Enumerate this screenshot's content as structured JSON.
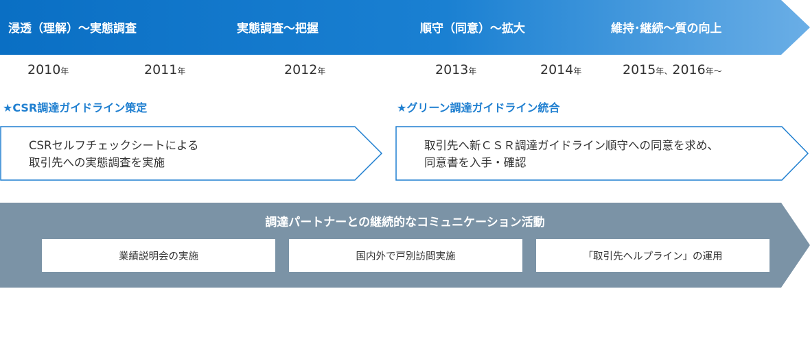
{
  "phases": [
    {
      "label": "浸透（理解）～実態調査"
    },
    {
      "label": "実態調査～把握"
    },
    {
      "label": "順守（同意）～拡大"
    },
    {
      "label": "維持･継続～質の向上"
    }
  ],
  "years": [
    {
      "value": "2010",
      "unit": "年"
    },
    {
      "value": "2011",
      "unit": "年"
    },
    {
      "value": "2012",
      "unit": "年"
    },
    {
      "value": "2013",
      "unit": "年"
    },
    {
      "value": "2014",
      "unit": "年"
    },
    {
      "value": "2015",
      "unit": "年、",
      "value2": "2016",
      "unit2": "年～"
    }
  ],
  "initiatives": [
    {
      "heading": "★CSR調達ガイドライン策定",
      "line1": "CSRセルフチェックシートによる",
      "line2": "取引先への実態調査を実施"
    },
    {
      "heading": "★グリーン調達ガイドライン統合",
      "line1": "取引先へ新ＣＳＲ調達ガイドライン順守への同意を求め、",
      "line2": "同意書を入手・確認"
    }
  ],
  "communication": {
    "title": "調達パートナーとの継続的なコミュニケーション活動",
    "activities": [
      "業績説明会の実施",
      "国内外で戸別訪問実施",
      "「取引先ヘルプライン」の運用"
    ]
  },
  "colors": {
    "phase_gradient_start": "#0a6fc4",
    "phase_gradient_end": "#6aaee6",
    "accent_blue": "#1f7fd0",
    "comm_banner": "#7b93a6",
    "text": "#333333"
  }
}
